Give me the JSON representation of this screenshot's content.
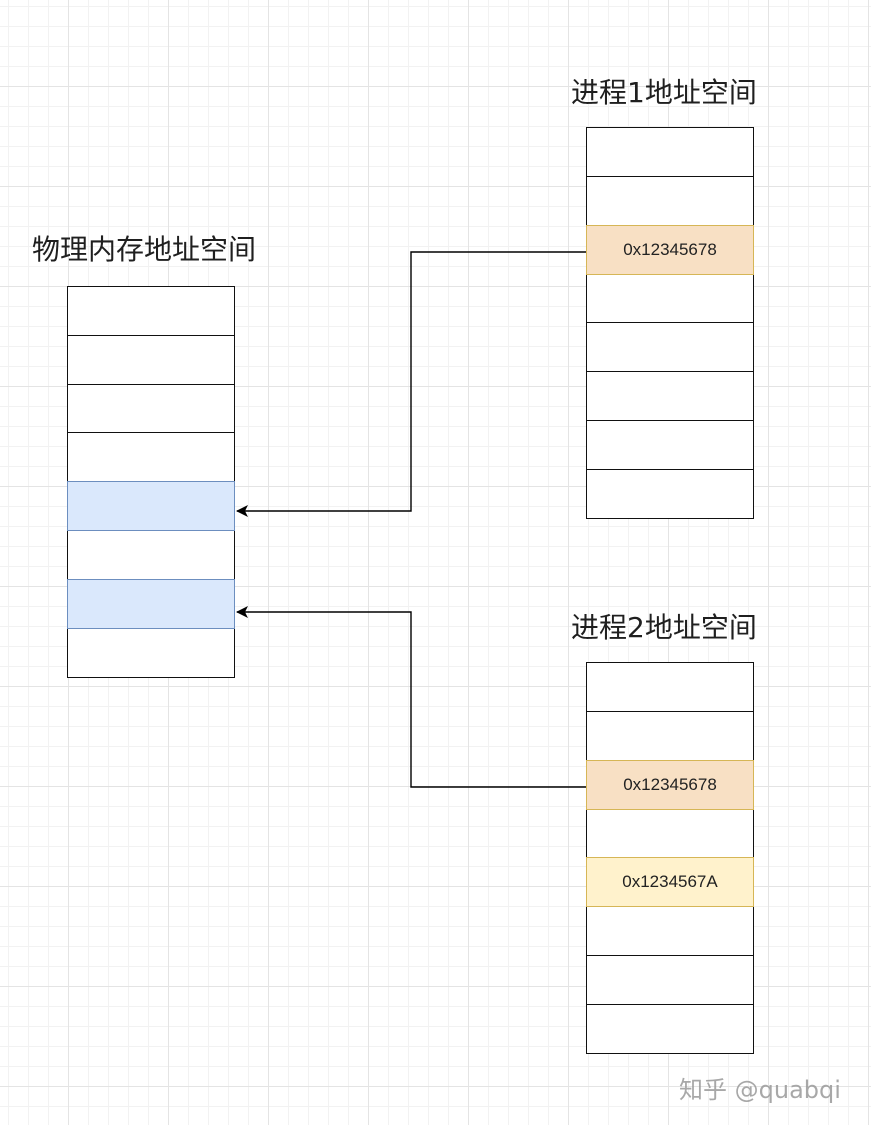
{
  "titles": {
    "physical": "物理内存地址空间",
    "process1": "进程1地址空间",
    "process2": "进程2地址空间"
  },
  "physical_cells": [
    "",
    "",
    "",
    "",
    "",
    "",
    "",
    ""
  ],
  "process1_cells": [
    "",
    "",
    "0x12345678",
    "",
    "",
    "",
    "",
    ""
  ],
  "process2_cells": [
    "",
    "",
    "0x12345678",
    "",
    "0x1234567A",
    "",
    "",
    ""
  ],
  "colors": {
    "physical_mapped_fill": "#dae8fc",
    "physical_mapped_border": "#6c8ebf",
    "process1_highlight": "#f8e0c4",
    "process2_highlight_1": "#f8e0c4",
    "process2_highlight_2": "#fff2cc",
    "arrow": "#000000"
  },
  "watermark": "知乎 @quabqi"
}
